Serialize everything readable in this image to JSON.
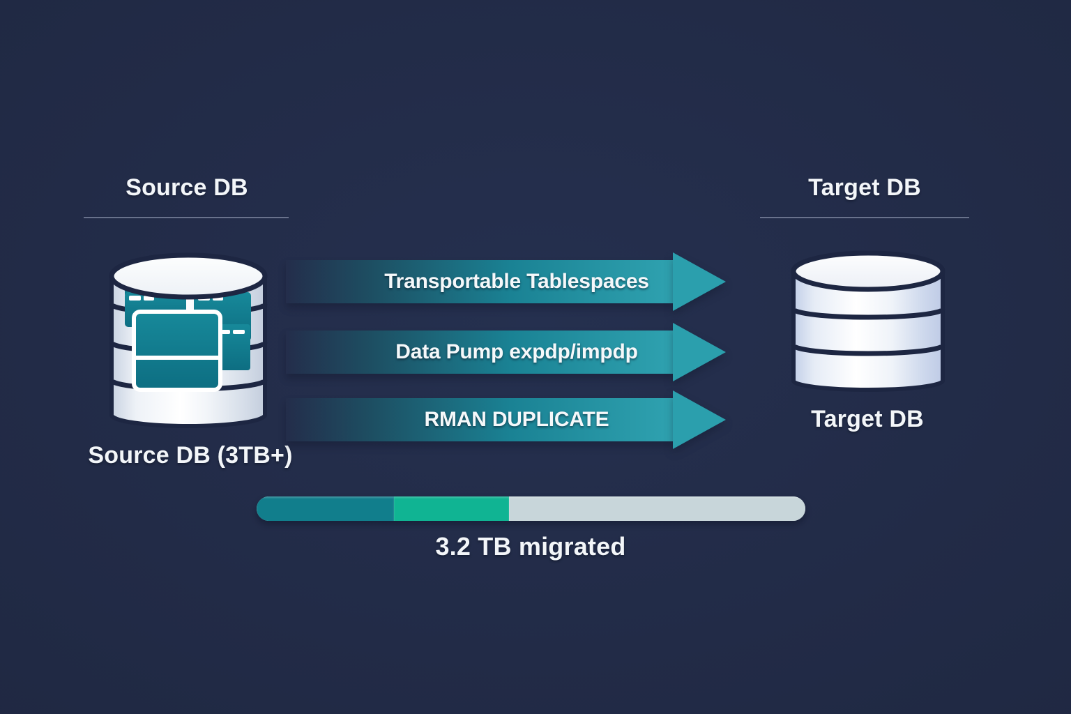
{
  "colors": {
    "background": "#232c48",
    "navy_outline": "#1d2642",
    "arrow_teal_dark": "#1a8294",
    "arrow_teal_light": "#2fa2b0",
    "db_table_teal": "#14808f",
    "text": "#f3f6f9",
    "progress_completed_dark": "#117e8c",
    "progress_completed_green": "#10b493",
    "progress_remaining_light": "#c8d6da"
  },
  "source": {
    "heading": "Source DB",
    "caption": "Source DB (3TB+)"
  },
  "target": {
    "heading": "Target DB",
    "caption": "Target DB"
  },
  "arrows": [
    {
      "label": "Transportable Tablespaces"
    },
    {
      "label": "Data Pump expdp/impdp"
    },
    {
      "label": "RMAN DUPLICATE"
    }
  ],
  "progress": {
    "caption": "3.2 TB migrated",
    "segments": [
      {
        "name": "completed-dark",
        "color": "#117e8c",
        "percent": 25
      },
      {
        "name": "completed-green",
        "color": "#10b493",
        "percent": 21
      },
      {
        "name": "remaining",
        "color": "#c8d6da",
        "percent": 54
      }
    ]
  }
}
